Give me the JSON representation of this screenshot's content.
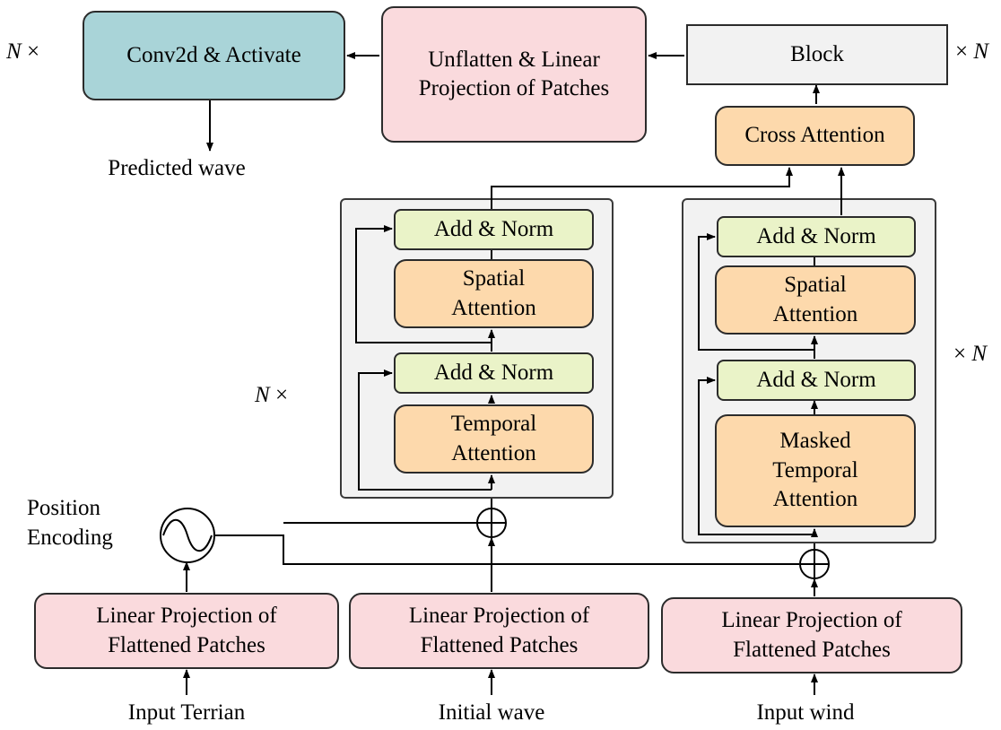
{
  "top": {
    "conv": "Conv2d & Activate",
    "unflatten_line1": "Unflatten & Linear",
    "unflatten_line2": "Projection of Patches",
    "block": "Block",
    "predicted": "Predicted wave",
    "cross_attention": "Cross Attention"
  },
  "encoder": {
    "add_norm_top": "Add & Norm",
    "spatial_line1": "Spatial",
    "spatial_line2": "Attention",
    "add_norm_bottom": "Add & Norm",
    "temporal_line1": "Temporal",
    "temporal_line2": "Attention"
  },
  "decoder": {
    "add_norm_top": "Add & Norm",
    "spatial_line1": "Spatial",
    "spatial_line2": "Attention",
    "add_norm_bottom": "Add & Norm",
    "masked_line1": "Masked",
    "masked_line2": "Temporal",
    "masked_line3": "Attention"
  },
  "position_encoding": {
    "line1": "Position",
    "line2": "Encoding"
  },
  "projections": {
    "line1": "Linear Projection of",
    "line2": "Flattened Patches"
  },
  "inputs": {
    "terrain": "Input Terrian",
    "wave": "Initial wave",
    "wind": "Input wind"
  },
  "multipliers": {
    "n": "N",
    "times": "×"
  }
}
